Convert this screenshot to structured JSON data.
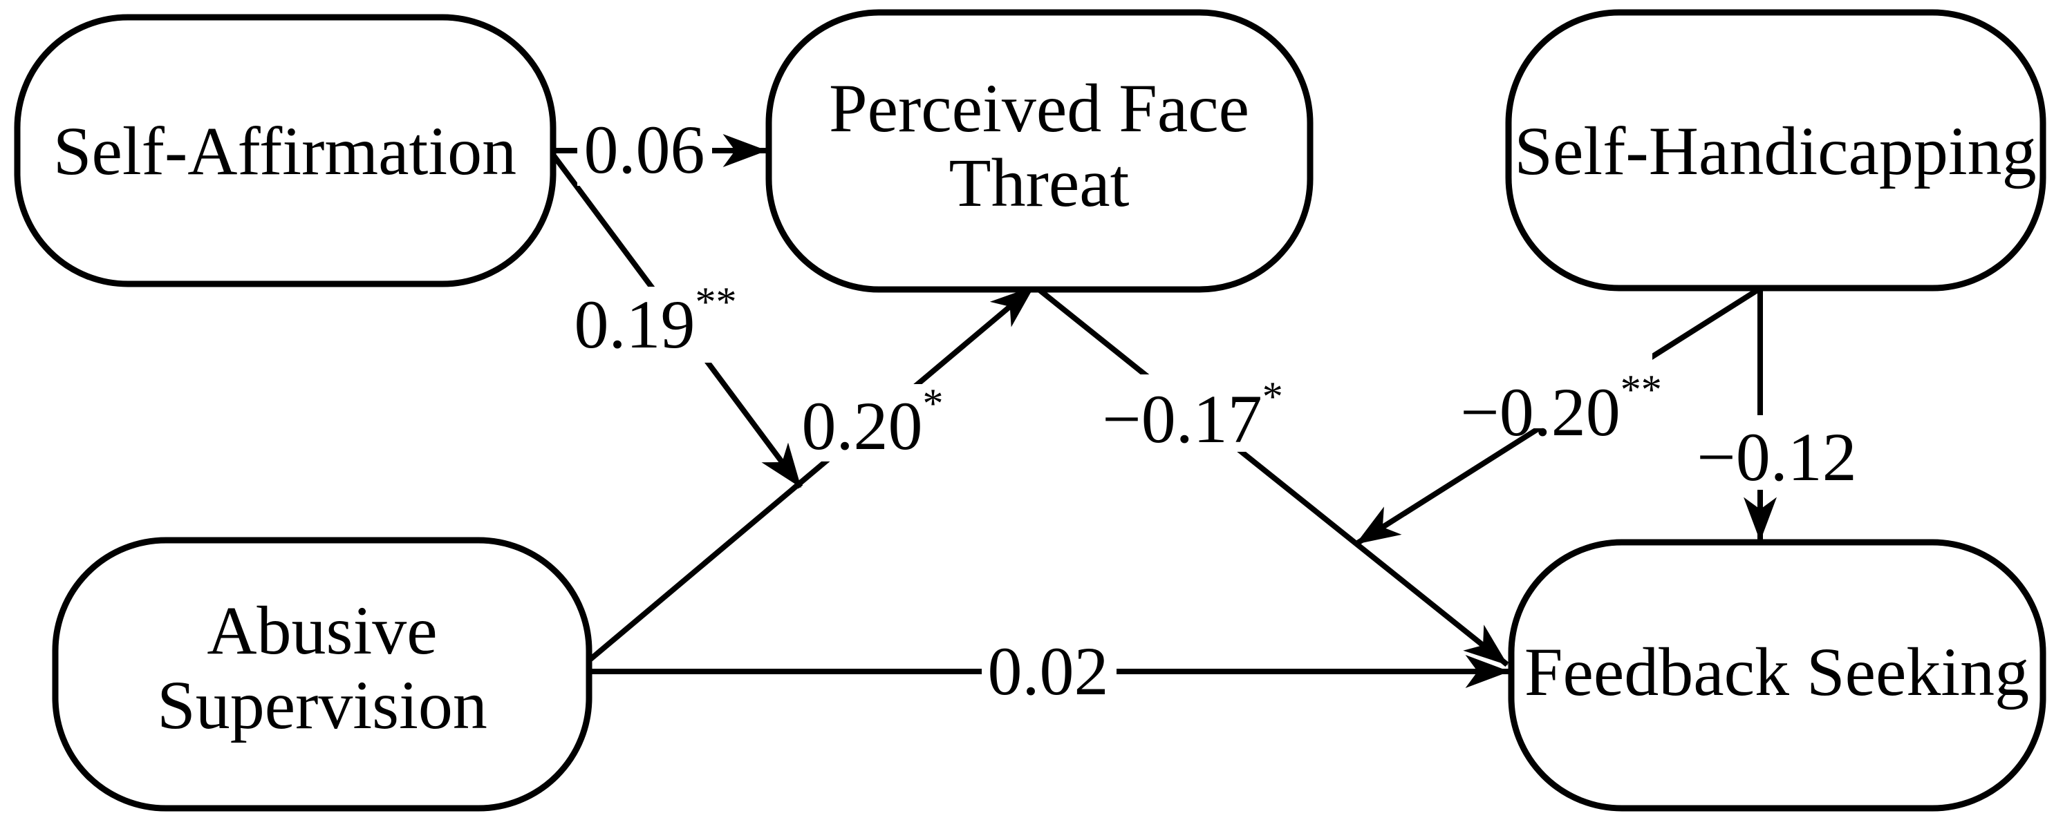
{
  "diagram": {
    "type": "path-model",
    "colors": {
      "background": "#ffffff",
      "ink": "#000000"
    },
    "nodes": [
      {
        "id": "self-affirmation",
        "lines": [
          "Self-Affirmation"
        ]
      },
      {
        "id": "perceived-face-threat",
        "lines": [
          "Perceived Face",
          "Threat"
        ]
      },
      {
        "id": "self-handicapping",
        "lines": [
          "Self-Handicapping"
        ]
      },
      {
        "id": "abusive-supervision",
        "lines": [
          "Abusive",
          "Supervision"
        ]
      },
      {
        "id": "feedback-seeking",
        "lines": [
          "Feedback Seeking"
        ]
      }
    ],
    "edges": [
      {
        "from": "Self-Affirmation",
        "to": "Perceived Face Threat",
        "coefficient": "0.06",
        "significance": ""
      },
      {
        "from": "Self-Affirmation",
        "to": "path: Abusive Supervision → Perceived Face Threat",
        "coefficient": "0.19",
        "significance": "**"
      },
      {
        "from": "Abusive Supervision",
        "to": "Perceived Face Threat",
        "coefficient": "0.20",
        "significance": "*"
      },
      {
        "from": "Perceived Face Threat",
        "to": "Feedback Seeking",
        "coefficient": "−0.17",
        "significance": "*"
      },
      {
        "from": "Self-Handicapping",
        "to": "path: Perceived Face Threat → Feedback Seeking",
        "coefficient": "−0.20",
        "significance": "**"
      },
      {
        "from": "Self-Handicapping",
        "to": "Feedback Seeking",
        "coefficient": "−0.12",
        "significance": ""
      },
      {
        "from": "Abusive Supervision",
        "to": "Feedback Seeking",
        "coefficient": "0.02",
        "significance": ""
      }
    ]
  }
}
